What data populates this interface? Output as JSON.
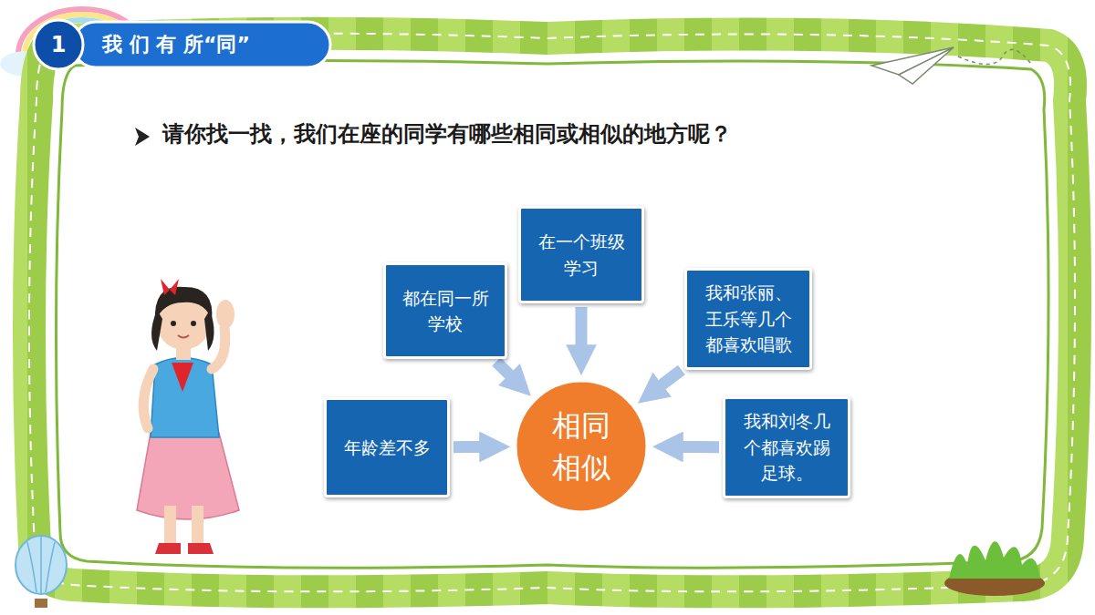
{
  "diagram": {
    "title": "我 们 有 所“同”",
    "nodes": [
      {
        "text": [
          "在一个班级学习"
        ]
      },
      {
        "text": [
          "都在同一所学校"
        ]
      },
      {
        "text": [
          "我和张丽、王乐等几个都喜欢唱歌"
        ]
      },
      {
        "text": [
          "年龄差不多"
        ]
      },
      {
        "text": [
          "相同 相似"
        ]
      },
      {
        "text": [
          "我和刘冬几个都喜欢踢足球。"
        ]
      }
    ],
    "edges": [
      {
        "from": 0,
        "to": 4,
        "arrow": "to"
      },
      {
        "from": 1,
        "to": 4,
        "arrow": "to"
      },
      {
        "from": 2,
        "to": 4,
        "arrow": "to"
      },
      {
        "from": 3,
        "to": 4,
        "arrow": "to"
      },
      {
        "from": 5,
        "to": 4,
        "arrow": "to"
      }
    ],
    "labels": [
      "1",
      "请你找一找，我们在座的同学有哪些相同或相似的地方呢？"
    ]
  }
}
